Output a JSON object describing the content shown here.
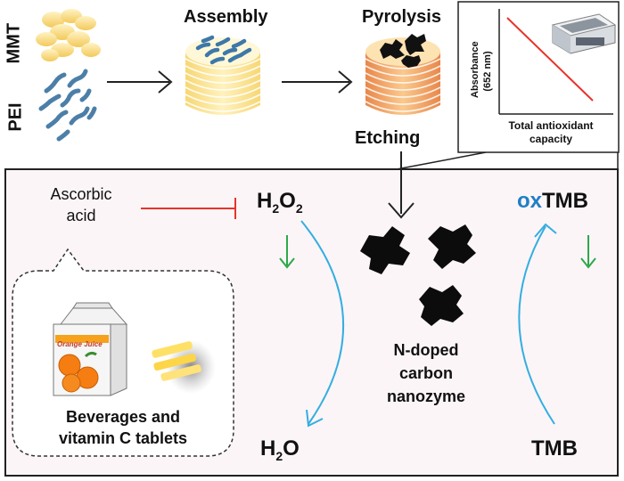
{
  "materials": {
    "mmt": "MMT",
    "pei": "PEI"
  },
  "steps": {
    "assembly": "Assembly",
    "pyrolysis": "Pyrolysis",
    "etching": "Etching"
  },
  "inset": {
    "ylabel_line1": "Absorbance",
    "ylabel_line2": "(652 nm)",
    "xlabel_line1": "Total antioxidant",
    "xlabel_line2": "capacity",
    "line_color": "#e8332a"
  },
  "inhibitor": {
    "line1": "Ascorbic",
    "line2": "acid"
  },
  "sources": {
    "carton_label": "Orange Juice",
    "line1": "Beverages and",
    "line2": "vitamin C tablets"
  },
  "reaction": {
    "h2o2_h": "H",
    "h2o2_sub1": "2",
    "h2o2_o": "O",
    "h2o2_sub2": "2",
    "h2o_h": "H",
    "h2o_sub": "2",
    "h2o_o": "O",
    "oxtmb_prefix": "ox",
    "oxtmb_main": "TMB",
    "tmb": "TMB"
  },
  "nanozyme": {
    "line1": "N-doped",
    "line2": "carbon",
    "line3": "nanozyme"
  },
  "colors": {
    "inhibit": "#e8332a",
    "reduce_arrow": "#2ea84a",
    "curve_arrow": "#35aee0",
    "ox_blue": "#1f7fc4",
    "panel_bg": "#fbf5f8"
  }
}
